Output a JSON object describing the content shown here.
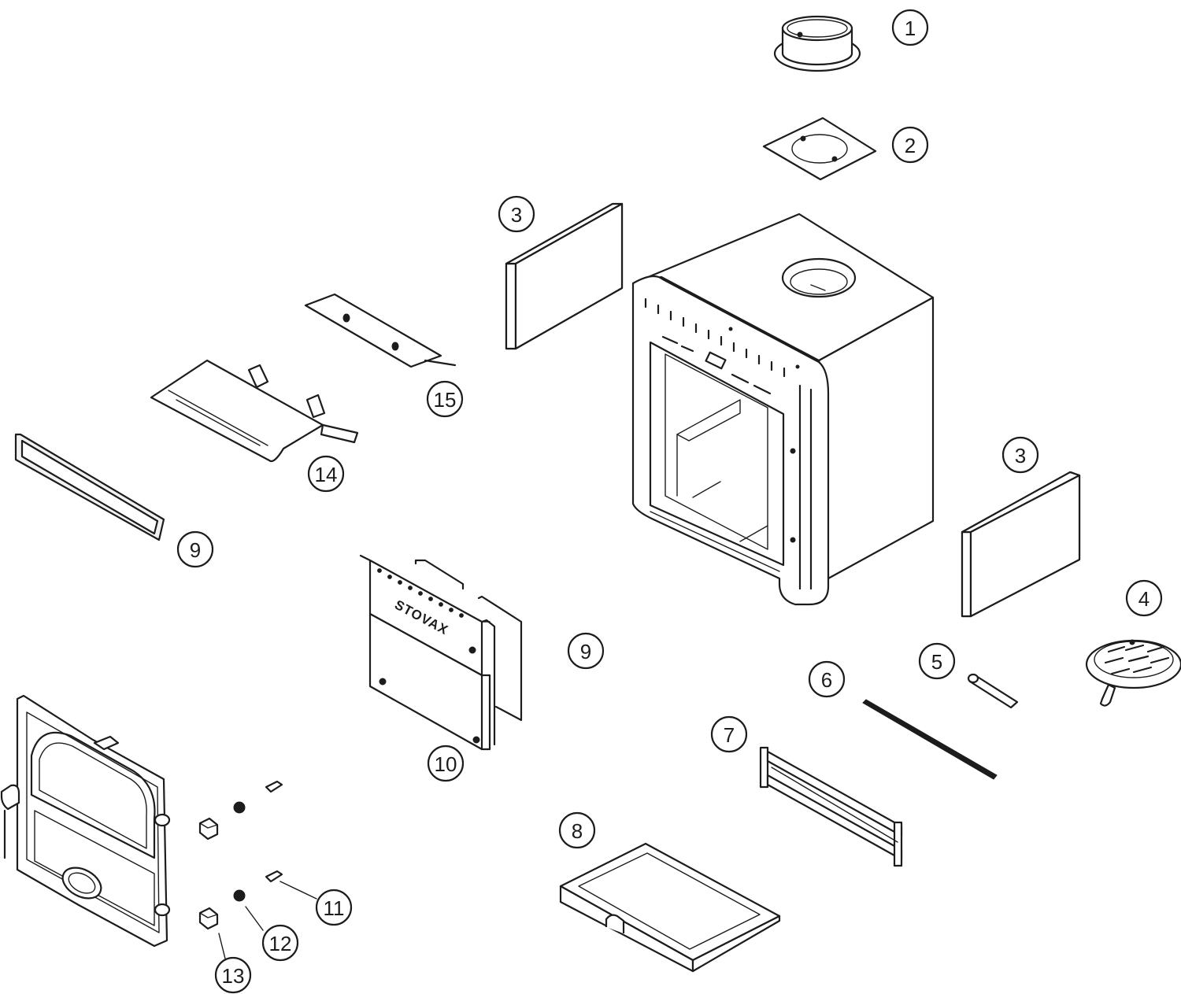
{
  "callouts": {
    "c1": "1",
    "c2": "2",
    "c3a": "3",
    "c3b": "3",
    "c4": "4",
    "c5": "5",
    "c6": "6",
    "c7": "7",
    "c8": "8",
    "c9a": "9",
    "c9b": "9",
    "c10": "10",
    "c11": "11",
    "c12": "12",
    "c13": "13",
    "c14": "14",
    "c15": "15"
  },
  "baffle": {
    "brand": "STOVAX"
  },
  "colors": {
    "line": "#1c1c1c",
    "background": "#ffffff"
  }
}
